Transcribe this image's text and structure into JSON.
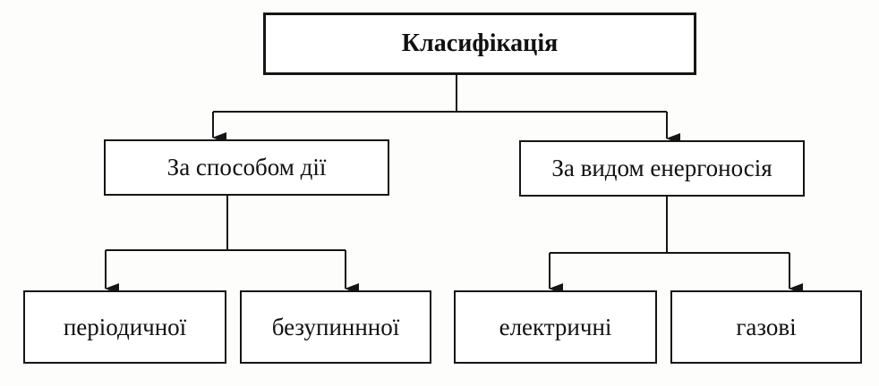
{
  "diagram": {
    "root": {
      "label": "Класифікація"
    },
    "groups": [
      {
        "label": "За способом дії",
        "children": [
          {
            "label": "періодичної"
          },
          {
            "label": "безупиннної"
          }
        ]
      },
      {
        "label": "За видом енергоносія",
        "children": [
          {
            "label": "електричні"
          },
          {
            "label": "газові"
          }
        ]
      }
    ]
  },
  "colors": {
    "line": "#151515",
    "box_border": "#151515",
    "background": "#fdfdfc"
  }
}
